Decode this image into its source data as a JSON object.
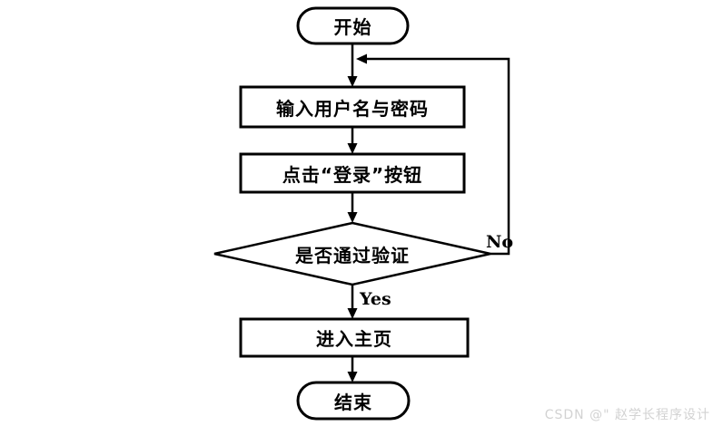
{
  "flowchart": {
    "title": "login-flowchart",
    "nodes": {
      "start": {
        "type": "terminator",
        "label": "开始"
      },
      "input_credentials": {
        "type": "process",
        "label": "输入用户名与密码"
      },
      "click_login": {
        "type": "process",
        "label": "点击“登录”按钮"
      },
      "verify": {
        "type": "decision",
        "label": "是否通过验证"
      },
      "enter_home": {
        "type": "process",
        "label": "进入主页"
      },
      "end": {
        "type": "terminator",
        "label": "结束"
      }
    },
    "edge_labels": {
      "yes": "Yes",
      "no": "No"
    },
    "colors": {
      "stroke": "#000000",
      "shape_fill": "#ffffff",
      "background": "#ffffff",
      "watermark": "#d2d2d2"
    }
  },
  "watermark": {
    "text": "CSDN @\" 赵学长程序设计"
  }
}
